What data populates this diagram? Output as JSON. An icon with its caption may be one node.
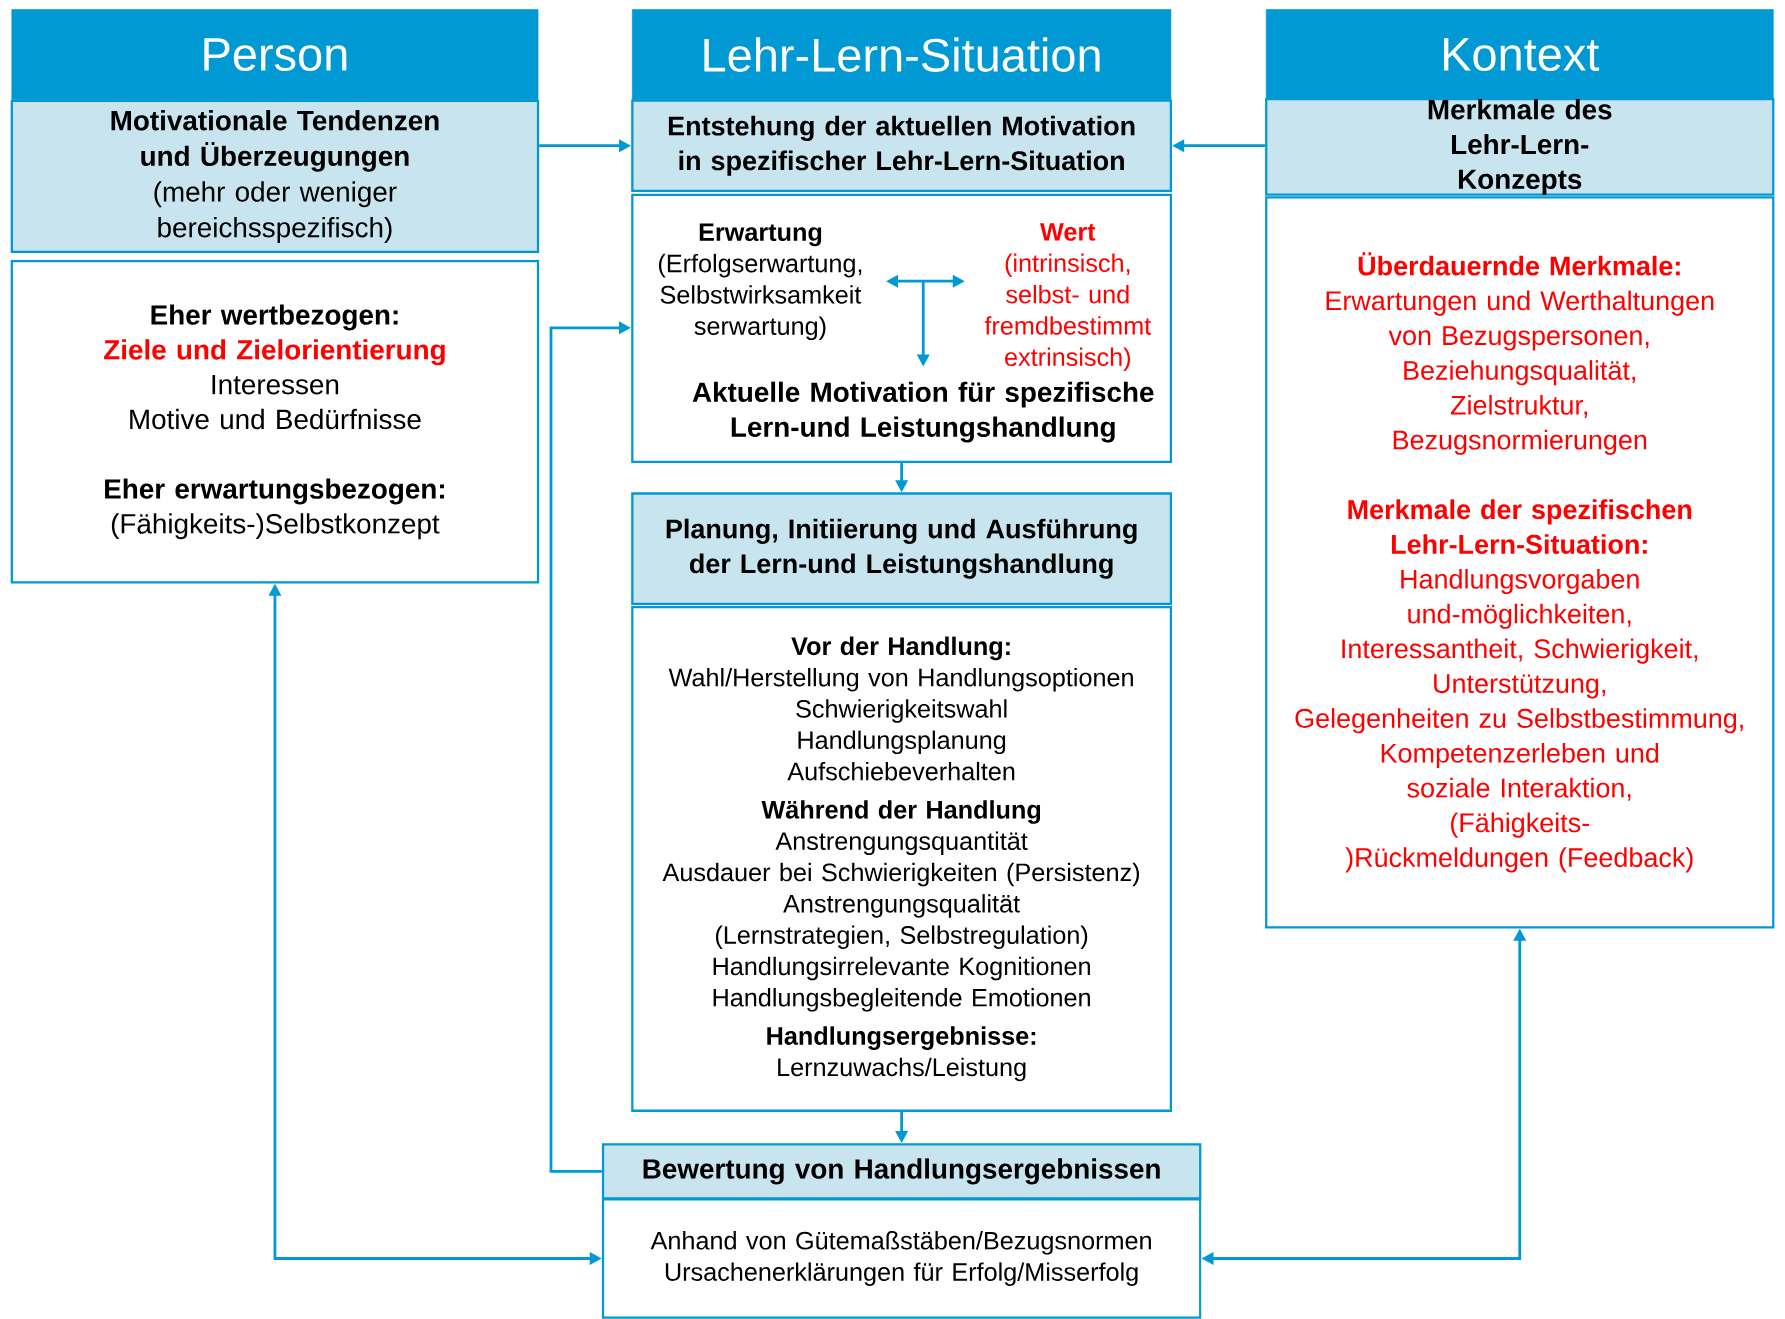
{
  "diagram": {
    "nodes": [
      {
        "text": [
          "Person"
        ]
      },
      {
        "text": [
          "Motivationale Tendenzen und Überzeugungen",
          "(mehr oder weniger bereichsspezifisch)"
        ]
      },
      {
        "text": [
          "Eher wertbezogen:",
          "Ziele und Zielorientierung",
          "Interessen",
          "Motive und Bedürfnisse",
          "Eher erwartungsbezogen:",
          "(Fähigkeits-)Selbstkonzept"
        ]
      },
      {
        "text": [
          "Lehr-Lern-Situation"
        ]
      },
      {
        "text": [
          "Entstehung der aktuellen Motivation in spezifischer Lehr-Lern-Situation"
        ]
      },
      {
        "text": [],
        "shape": "box"
      },
      {
        "text": [
          "Erwartung",
          "(Erfolgserwartung, Selbstwirksamkeit serwartung)"
        ],
        "in": 5
      },
      {
        "text": [
          "Wert",
          "(intrinsisch, selbst- und fremdbestimmt extrinsisch)"
        ],
        "in": 5
      },
      {
        "text": [
          "Aktuelle Motivation für spezifische Lern-und Leistungshandlung"
        ],
        "in": 5
      },
      {
        "text": [
          "Planung, Initiierung und Ausführung der Lern-und Leistungshandlung"
        ]
      },
      {
        "text": [
          "Vor der Handlung:",
          "Wahl/Herstellung von Handlungsoptionen",
          "Schwierigkeitswahl",
          "Handlungsplanung",
          "Aufschiebeverhalten",
          "Während der Handlung",
          "Anstrengungsquantität",
          "Ausdauer bei Schwierigkeiten (Persistenz)",
          "Anstrengungsqualität",
          "(Lernstrategien, Selbstregulation)",
          "Handlungsirrelevante Kognitionen",
          "Handlungsbegleitende Emotionen",
          "Handlungsergebnisse:",
          "Lernzuwachs/Leistung"
        ]
      },
      {
        "text": [
          "Bewertung von Handlungsergebnissen"
        ]
      },
      {
        "text": [
          "Anhand von Gütemaßstäben/Bezugsnormen",
          "Ursachenerklärungen für Erfolg/Misserfolg"
        ]
      },
      {
        "text": [
          "Kontext"
        ]
      },
      {
        "text": [
          "Merkmale des Lehr-Lern-Konzepts"
        ]
      },
      {
        "text": [
          "Überdauernde Merkmale:",
          "Erwartungen und Werthaltungen von Bezugspersonen,",
          "Beziehungsqualität,",
          "Zielstruktur,",
          "Bezugsnormierungen",
          "Merkmale der spezifischen Lehr-Lern-Situation:",
          "Handlungsvorgaben und-möglichkeiten,",
          "Interessantheit, Schwierigkeit,",
          "Unterstützung,",
          "Gelegenheiten zu Selbstbestimmung,",
          "Kompetenzerleben und soziale Interaktion,",
          "(Fähigkeits-)Rückmeldungen (Feedback)"
        ]
      }
    ],
    "edges": [
      {
        "from": 6,
        "to": 7,
        "arrow": "both"
      },
      {
        "from": null,
        "to": 8,
        "arrow": "to"
      },
      {
        "from": 1,
        "to": 4,
        "arrow": "to"
      },
      {
        "from": 14,
        "to": 4,
        "arrow": "to"
      },
      {
        "from": 5,
        "to": 9,
        "arrow": "to"
      },
      {
        "from": 10,
        "to": 11,
        "arrow": "to"
      },
      {
        "from": 11,
        "to": 5,
        "arrow": "to"
      },
      {
        "from": 2,
        "to": 12,
        "arrow": "both"
      },
      {
        "from": 12,
        "to": 15,
        "arrow": "both"
      }
    ]
  }
}
